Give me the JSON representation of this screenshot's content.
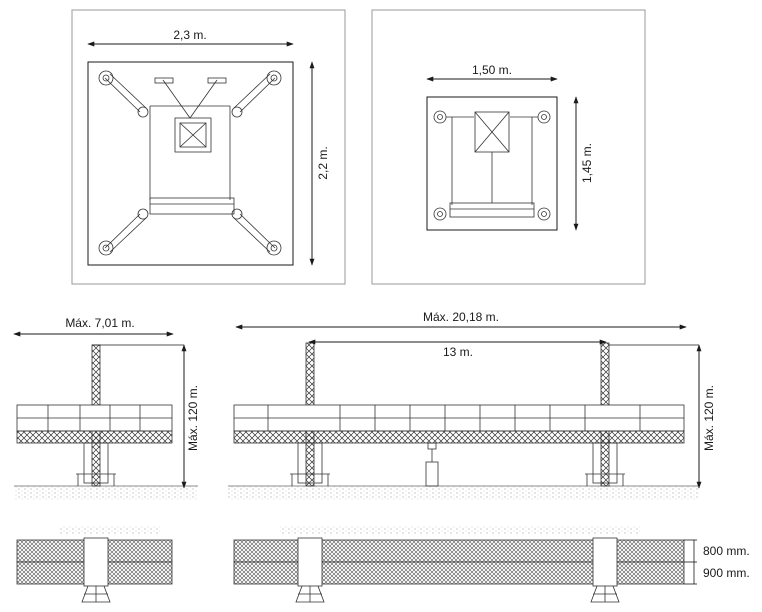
{
  "top_left_view": {
    "width_label": "2,3 m.",
    "height_label": "2,2 m."
  },
  "top_right_view": {
    "width_label": "1,50 m.",
    "height_label": "1,45 m."
  },
  "elevation_left": {
    "width_label": "Máx. 7,01 m.",
    "height_label": "Máx. 120 m."
  },
  "elevation_right": {
    "width_label": "Máx. 20,18 m.",
    "span_label": "13 m.",
    "height_label": "Máx. 120 m."
  },
  "plan_view": {
    "depth_upper_label": "800 mm.",
    "depth_lower_label": "900 mm."
  }
}
